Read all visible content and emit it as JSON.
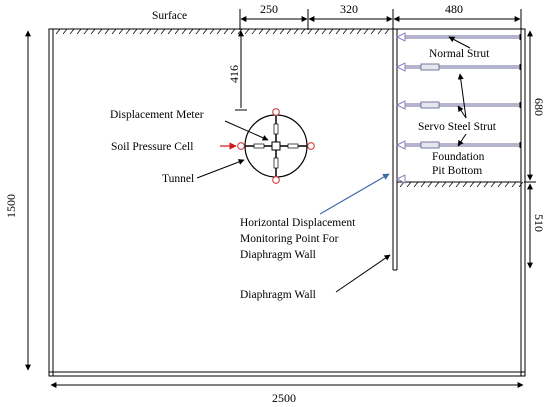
{
  "labels": {
    "surface": "Surface",
    "displacement_meter": "Displacement Meter",
    "soil_pressure_cell": "Soil Pressure Cell",
    "tunnel": "Tunnel",
    "normal_strut": "Normal Strut",
    "servo_steel_strut": "Servo Steel Strut",
    "foundation_line1": "Foundation",
    "foundation_line2": "Pit Bottom",
    "hdm_line1": "Horizontal Displacement",
    "hdm_line2": "Monitoring Point For",
    "hdm_line3": "Diaphragm Wall",
    "diaphragm_wall": "Diaphragm Wall"
  },
  "dimensions": {
    "top_gap_1": "250",
    "top_gap_2": "320",
    "pit_width": "480",
    "tunnel_depth": "416",
    "total_height": "1500",
    "pit_depth": "680",
    "wall_below_pit": "510",
    "total_width": "2500"
  },
  "colors": {
    "line": "#000000",
    "strut": "#6a6a9a",
    "strut_fill": "#e6e6ee",
    "pressure_cell": "#d04040",
    "pressure_arrow": "#d01818",
    "monitor_arrow": "#3a6aa8",
    "marker": "#8a80c0"
  }
}
